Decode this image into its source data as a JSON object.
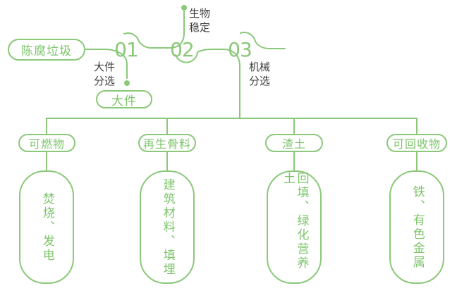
{
  "colors": {
    "green": "#8bc87a",
    "green_text": "#7ec46c",
    "label_text": "#3d3d3d",
    "background": "#ffffff"
  },
  "diagram": {
    "source_label": "陈腐垃圾",
    "steps": [
      {
        "number": "01",
        "process_label": "大件\n分选",
        "output_label": "大件"
      },
      {
        "number": "02",
        "process_label": "生物\n稳定"
      },
      {
        "number": "03",
        "process_label": "机械\n分选"
      }
    ],
    "outputs": [
      {
        "category": "可燃物",
        "detail": "焚烧、发电"
      },
      {
        "category": "再生骨料",
        "detail": "建筑材料、填埋"
      },
      {
        "category": "渣土",
        "detail": "回填、绿化营养土"
      },
      {
        "category": "可回收物",
        "detail": "铁、有色金属"
      }
    ]
  }
}
